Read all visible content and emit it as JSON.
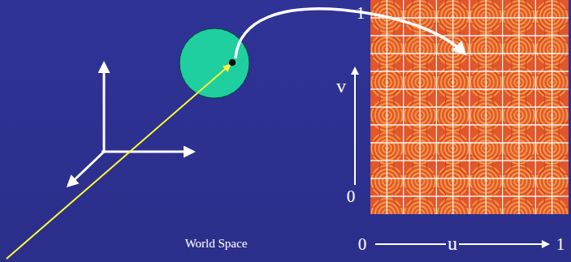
{
  "diagram": {
    "labels": [
      "World Space",
      "1",
      "v",
      "0",
      "0",
      "u",
      "1"
    ]
  }
}
